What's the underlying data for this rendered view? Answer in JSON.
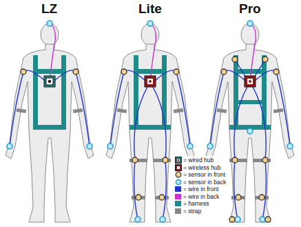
{
  "diagram": {
    "labels": [
      "LZ",
      "Lite",
      "Pro"
    ],
    "legend": [
      {
        "text": "= wired hub"
      },
      {
        "text": "= wireless hub"
      },
      {
        "text": "= sensor in front"
      },
      {
        "text": "= sensor in back"
      },
      {
        "text": "= wire in front"
      },
      {
        "text": "= wire in back"
      },
      {
        "text": "= harness",
        "color": "#1f8a88"
      },
      {
        "text": "= strap",
        "color": "#888888"
      }
    ]
  }
}
